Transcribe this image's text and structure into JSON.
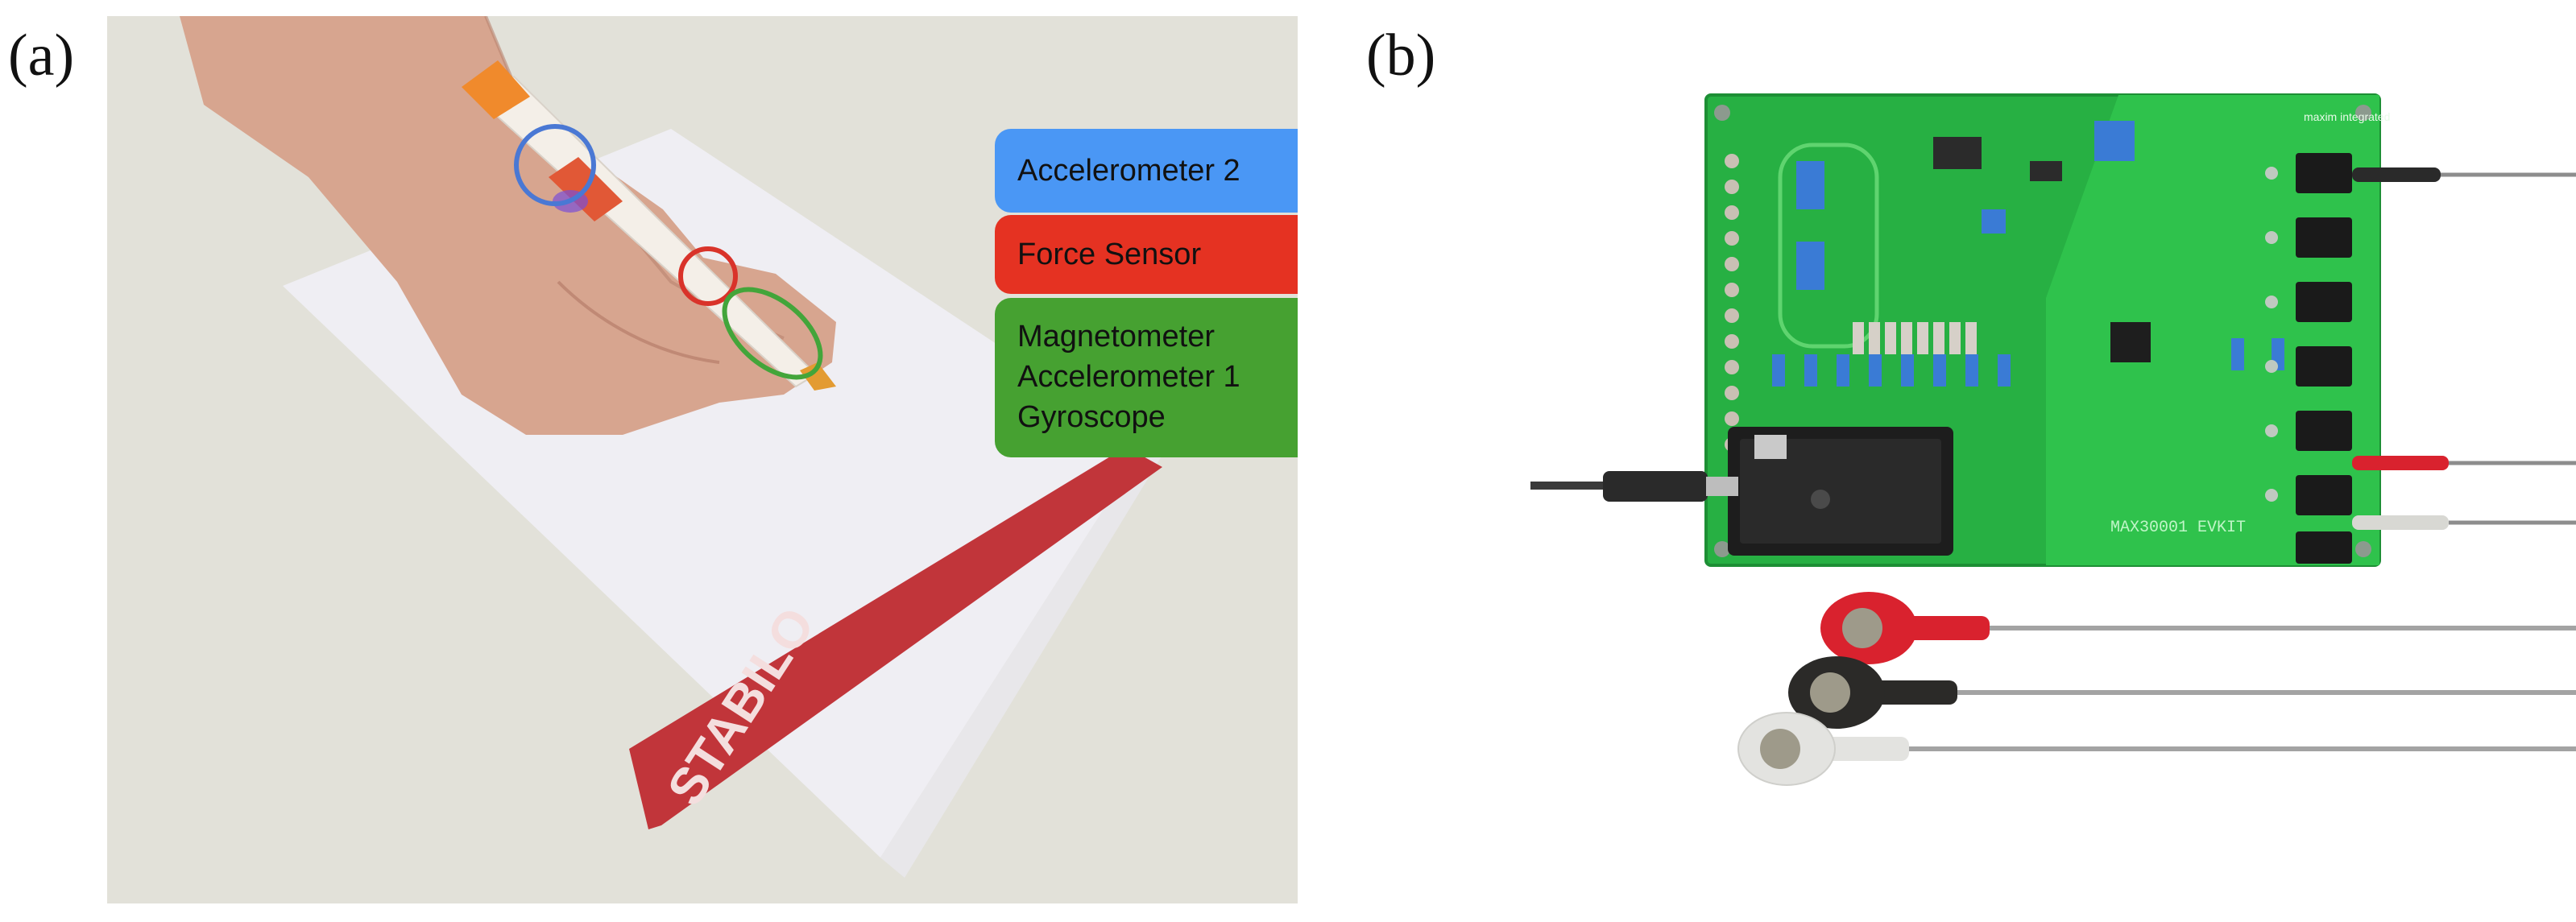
{
  "panels": {
    "a": {
      "label": "(a)"
    },
    "b": {
      "label": "(b)"
    }
  },
  "legend": {
    "accelerometer2": {
      "text": "Accelerometer 2",
      "color": "#4a97f5"
    },
    "force_sensor": {
      "text": "Force Sensor",
      "color": "#e53222"
    },
    "group": {
      "color": "#46a131",
      "lines": [
        "Magnetometer",
        "Accelerometer 1",
        "Gyroscope"
      ]
    }
  },
  "photo_a": {
    "pad_brand": "STABILO",
    "colors": {
      "table": "#e1e0d8",
      "paper": "#f1f0f5",
      "pad_stripe": "#c1353a",
      "pen_body": "#f4efe8",
      "pen_cap": "#f08a2c"
    }
  },
  "photo_b": {
    "board_color": "#27b043",
    "board_text": [
      "MAX30001 EVKIT",
      "maxim integrated"
    ],
    "lead_colors": [
      "#d9222e",
      "#2b2a28",
      "#e3e3e0"
    ]
  }
}
